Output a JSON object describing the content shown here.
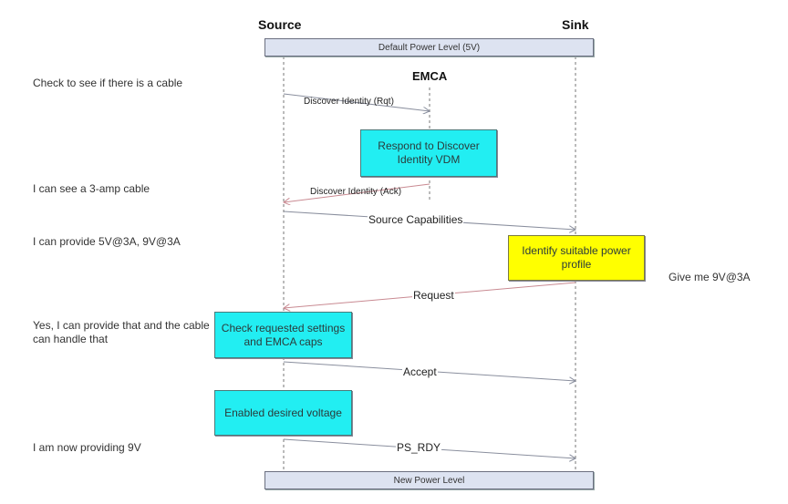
{
  "lanes": {
    "source": "Source",
    "sink": "Sink",
    "emca": "EMCA"
  },
  "bars": {
    "top": "Default Power Level (5V)",
    "bottom": "New Power Level"
  },
  "notes_left": [
    "Check to see if there is a cable",
    "I can see a 3-amp cable",
    "I can provide 5V@3A, 9V@3A",
    "Yes, I can provide that and the cable can handle that",
    "I am now providing 9V"
  ],
  "notes_right": [
    "Give me 9V@3A"
  ],
  "boxes": [
    {
      "text": "Respond to Discover Identity VDM",
      "color": "#22eef2"
    },
    {
      "text": "Identify suitable power profile",
      "color": "#ffff00"
    },
    {
      "text": "Check requested settings and EMCA caps",
      "color": "#22eef2"
    },
    {
      "text": "Enabled desired voltage",
      "color": "#22eef2"
    }
  ],
  "messages": [
    {
      "label": "Discover Identity (Rqt)",
      "from": "Source",
      "to": "EMCA",
      "color": "#8a8f9e"
    },
    {
      "label": "Discover Identity (Ack)",
      "from": "EMCA",
      "to": "Source",
      "color": "#c98a92"
    },
    {
      "label": "Source Capabilities",
      "from": "Source",
      "to": "Sink",
      "color": "#8a8f9e"
    },
    {
      "label": "Request",
      "from": "Sink",
      "to": "Source",
      "color": "#c98a92"
    },
    {
      "label": "Accept",
      "from": "Source",
      "to": "Sink",
      "color": "#8a8f9e"
    },
    {
      "label": "PS_RDY",
      "from": "Source",
      "to": "Sink",
      "color": "#8a8f9e"
    }
  ]
}
